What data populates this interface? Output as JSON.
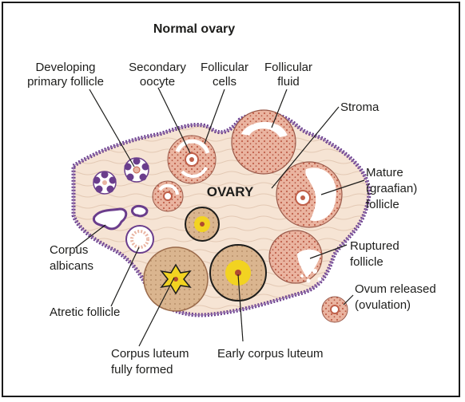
{
  "title": "Normal ovary",
  "center_label": "OVARY",
  "labels": {
    "developing_primary_follicle": [
      "Developing",
      "primary follicle"
    ],
    "secondary_oocyte": [
      "Secondary",
      "oocyte"
    ],
    "follicular_cells": [
      "Follicular",
      "cells"
    ],
    "follicular_fluid": [
      "Follicular",
      "fluid"
    ],
    "stroma": "Stroma",
    "mature_follicle": [
      "Mature",
      "(graafian)",
      "follicle"
    ],
    "ruptured_follicle": [
      "Ruptured",
      "follicle"
    ],
    "ovum_released": [
      "Ovum released",
      "(ovulation)"
    ],
    "corpus_albicans": [
      "Corpus",
      "albicans"
    ],
    "atretic_follicle": "Atretic follicle",
    "corpus_luteum_fully_formed": [
      "Corpus luteum",
      "fully formed"
    ],
    "early_corpus_luteum": "Early corpus luteum"
  },
  "colors": {
    "stroma": "#f5e2d2",
    "capsule": "#6a3d8c",
    "follicle_wall": "#e9b5a3",
    "follicle_dots": "#c0604a",
    "luteum_fill": "#d9b48d",
    "luteum_core": "#f2d321",
    "line": "#1d1d1b"
  }
}
